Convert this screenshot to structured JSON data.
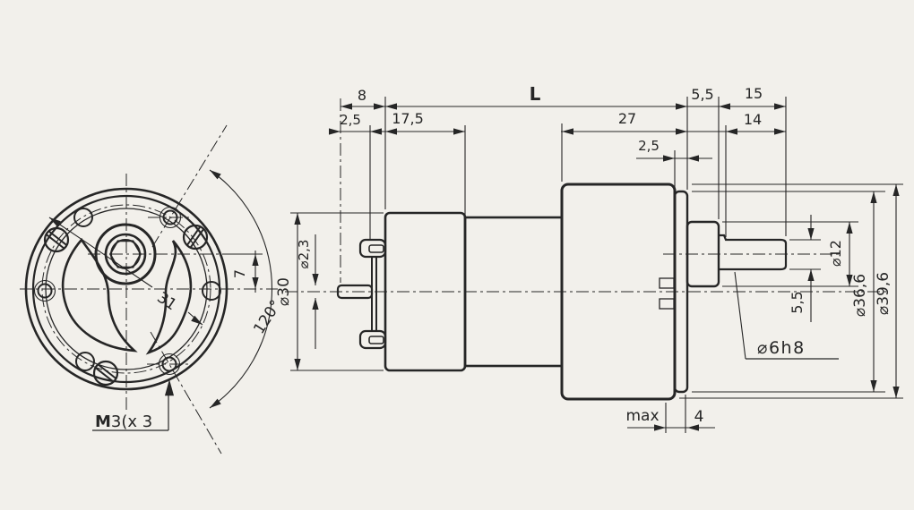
{
  "colors": {
    "ink": "#262626",
    "paper": "#f2f0eb"
  },
  "front_view": {
    "labels": {
      "shaft_offset": "7",
      "bolt_circle": "31",
      "hole_angle": "120°",
      "thread_prefix": "M",
      "thread_rest": "3(x 3"
    }
  },
  "side_view": {
    "labels": {
      "rear_shaft_len": "8",
      "tail_clearance": "2,5",
      "cap_len": "17,5",
      "overall_len": "L",
      "gearbox_len": "27",
      "cover_thk": "2,5",
      "boss_len": "5,5",
      "shaft_len": "15",
      "flat_len": "14",
      "rear_shaft_dia": "⌀2,3",
      "motor_dia": "⌀30",
      "flat_height": "5,5",
      "boss_dia": "⌀12",
      "cover_dia": "⌀36,6",
      "case_dia": "⌀39,6",
      "shaft_fit": "⌀6h8",
      "max_word": "max",
      "max_value": "4"
    }
  }
}
